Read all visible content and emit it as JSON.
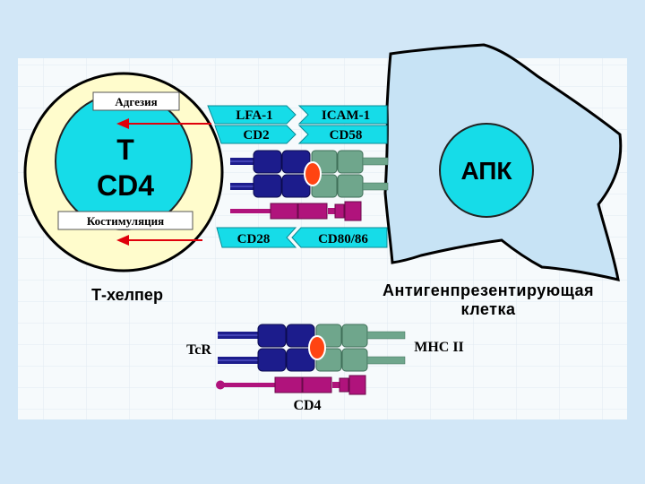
{
  "t_helper": {
    "inner_line1": "T",
    "inner_line2": "CD4",
    "adhesion_label": "Адгезия",
    "costimulation_label": "Костимуляция",
    "label": "Т-хелпер"
  },
  "interactions": {
    "lfa1": "LFA-1",
    "cd2": "CD2",
    "icam1": "ICAM-1",
    "cd58": "CD58",
    "cd28": "CD28",
    "cd80_86": "CD80/86"
  },
  "apc": {
    "abbr": "АПК",
    "label_line1": "Антигенпрезентирующая",
    "label_line2": "клетка"
  },
  "legend": {
    "tcr": "TcR",
    "mhc2": "MHC II",
    "cd4": "CD4"
  },
  "colors": {
    "background": "#d2e7f7",
    "t_cell_cytoplasm": "#fffccc",
    "nucleus": "#16dce8",
    "apc_cytoplasm": "#c7e3f5",
    "tcr": "#1c1c8c",
    "mhc": "#6fa68c",
    "peptide": "#ff4412",
    "cd4": "#b0137c",
    "arrow": "#e0000b"
  }
}
